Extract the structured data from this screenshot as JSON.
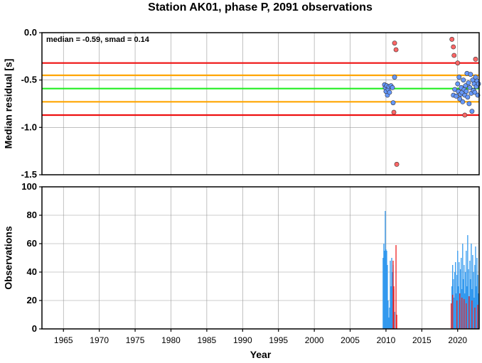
{
  "title": "Station AK01, phase P, 2091 observations",
  "chart_data": [
    {
      "type": "scatter",
      "ylabel": "Median residual [s]",
      "annotation": "median = -0.59, smad = 0.14",
      "xlim": [
        1962,
        2023
      ],
      "ylim": [
        -1.5,
        0.0
      ],
      "yticks": [
        "0.0",
        "-0.5",
        "-1.0",
        "-1.5"
      ],
      "ytick_values": [
        0.0,
        -0.5,
        -1.0,
        -1.5
      ],
      "grid": true,
      "reference_lines": [
        {
          "name": "median",
          "value": -0.59,
          "color": "#22ee22"
        },
        {
          "name": "plus-minus-1-smad",
          "values": [
            -0.45,
            -0.73
          ],
          "color": "#ffa500"
        },
        {
          "name": "plus-minus-2-smad",
          "values": [
            -0.32,
            -0.87
          ],
          "color": "#ee1111"
        }
      ],
      "series": [
        {
          "role": "inlier",
          "color": "#6699ff",
          "points": [
            [
              2009.8,
              -0.55
            ],
            [
              2009.9,
              -0.58
            ],
            [
              2010.0,
              -0.62
            ],
            [
              2010.1,
              -0.56
            ],
            [
              2010.2,
              -0.66
            ],
            [
              2010.3,
              -0.6
            ],
            [
              2010.4,
              -0.57
            ],
            [
              2010.5,
              -0.63
            ],
            [
              2010.7,
              -0.56
            ],
            [
              2010.9,
              -0.58
            ],
            [
              2011.0,
              -0.74
            ],
            [
              2011.2,
              -0.47
            ],
            [
              2019.4,
              -0.66
            ],
            [
              2019.6,
              -0.6
            ],
            [
              2019.8,
              -0.67
            ],
            [
              2020.0,
              -0.54
            ],
            [
              2020.1,
              -0.62
            ],
            [
              2020.2,
              -0.47
            ],
            [
              2020.3,
              -0.7
            ],
            [
              2020.4,
              -0.65
            ],
            [
              2020.5,
              -0.58
            ],
            [
              2020.6,
              -0.63
            ],
            [
              2020.7,
              -0.73
            ],
            [
              2020.8,
              -0.5
            ],
            [
              2020.9,
              -0.6
            ],
            [
              2021.0,
              -0.66
            ],
            [
              2021.1,
              -0.56
            ],
            [
              2021.2,
              -0.62
            ],
            [
              2021.3,
              -0.43
            ],
            [
              2021.4,
              -0.68
            ],
            [
              2021.5,
              -0.53
            ],
            [
              2021.6,
              -0.75
            ],
            [
              2021.7,
              -0.58
            ],
            [
              2021.8,
              -0.44
            ],
            [
              2021.9,
              -0.64
            ],
            [
              2022.0,
              -0.83
            ],
            [
              2022.1,
              -0.5
            ],
            [
              2022.2,
              -0.61
            ],
            [
              2022.3,
              -0.54
            ],
            [
              2022.4,
              -0.63
            ],
            [
              2022.5,
              -0.47
            ],
            [
              2022.6,
              -0.57
            ],
            [
              2022.7,
              -0.51
            ],
            [
              2022.8,
              -0.66
            ],
            [
              2022.9,
              -0.54
            ]
          ]
        },
        {
          "role": "outlier",
          "color": "#ff6666",
          "points": [
            [
              2011.1,
              -0.84
            ],
            [
              2011.2,
              -0.11
            ],
            [
              2011.4,
              -0.18
            ],
            [
              2011.5,
              -1.39
            ],
            [
              2019.2,
              -0.07
            ],
            [
              2019.4,
              -0.15
            ],
            [
              2019.5,
              -0.24
            ],
            [
              2020.0,
              -0.32
            ],
            [
              2021.0,
              -0.87
            ],
            [
              2022.5,
              -0.28
            ]
          ]
        }
      ]
    },
    {
      "type": "bar",
      "ylabel": "Observations",
      "xlabel": "Year",
      "xlim": [
        1962,
        2023
      ],
      "ylim": [
        0,
        100
      ],
      "xticks": [
        "1965",
        "1970",
        "1975",
        "1980",
        "1985",
        "1990",
        "1995",
        "2000",
        "2005",
        "2010",
        "2015",
        "2020"
      ],
      "xtick_values": [
        1965,
        1970,
        1975,
        1980,
        1985,
        1990,
        1995,
        2000,
        2005,
        2010,
        2015,
        2020
      ],
      "yticks": [
        "0",
        "20",
        "40",
        "60",
        "80",
        "100"
      ],
      "ytick_values": [
        0,
        20,
        40,
        60,
        80,
        100
      ],
      "grid": true,
      "series": [
        {
          "role": "used",
          "color": "#3399ee",
          "points": [
            [
              2009.6,
              50
            ],
            [
              2009.7,
              60
            ],
            [
              2009.8,
              55
            ],
            [
              2009.9,
              83
            ],
            [
              2010.0,
              56
            ],
            [
              2010.1,
              55
            ],
            [
              2010.2,
              45
            ],
            [
              2010.3,
              20
            ],
            [
              2010.4,
              8
            ],
            [
              2010.5,
              15
            ],
            [
              2010.6,
              48
            ],
            [
              2010.7,
              30
            ],
            [
              2010.8,
              50
            ],
            [
              2010.9,
              40
            ],
            [
              2011.0,
              45
            ],
            [
              2011.1,
              28
            ],
            [
              2011.2,
              12
            ],
            [
              2019.2,
              30
            ],
            [
              2019.3,
              45
            ],
            [
              2019.4,
              35
            ],
            [
              2019.5,
              22
            ],
            [
              2019.6,
              40
            ],
            [
              2019.7,
              47
            ],
            [
              2019.8,
              25
            ],
            [
              2019.9,
              38
            ],
            [
              2020.0,
              55
            ],
            [
              2020.1,
              30
            ],
            [
              2020.2,
              47
            ],
            [
              2020.3,
              20
            ],
            [
              2020.4,
              42
            ],
            [
              2020.5,
              50
            ],
            [
              2020.6,
              28
            ],
            [
              2020.7,
              60
            ],
            [
              2020.8,
              35
            ],
            [
              2020.9,
              45
            ],
            [
              2021.0,
              25
            ],
            [
              2021.1,
              40
            ],
            [
              2021.2,
              55
            ],
            [
              2021.3,
              30
            ],
            [
              2021.4,
              66
            ],
            [
              2021.5,
              42
            ],
            [
              2021.6,
              20
            ],
            [
              2021.7,
              48
            ],
            [
              2021.8,
              35
            ],
            [
              2021.9,
              60
            ],
            [
              2022.0,
              28
            ],
            [
              2022.1,
              52
            ],
            [
              2022.2,
              40
            ],
            [
              2022.3,
              22
            ],
            [
              2022.4,
              45
            ],
            [
              2022.5,
              58
            ],
            [
              2022.6,
              30
            ],
            [
              2022.7,
              50
            ],
            [
              2022.8,
              38
            ],
            [
              2022.9,
              25
            ]
          ]
        },
        {
          "role": "rejected",
          "color": "#ee2222",
          "points": [
            [
              2011.0,
              48
            ],
            [
              2011.1,
              30
            ],
            [
              2011.4,
              59
            ],
            [
              2011.5,
              10
            ],
            [
              2019.1,
              18
            ],
            [
              2019.3,
              24
            ],
            [
              2019.9,
              20
            ],
            [
              2020.3,
              25
            ],
            [
              2020.6,
              22
            ],
            [
              2020.9,
              21
            ],
            [
              2021.2,
              18
            ],
            [
              2021.6,
              23
            ],
            [
              2022.0,
              20
            ],
            [
              2022.4,
              15
            ],
            [
              2022.8,
              17
            ]
          ]
        }
      ]
    }
  ]
}
